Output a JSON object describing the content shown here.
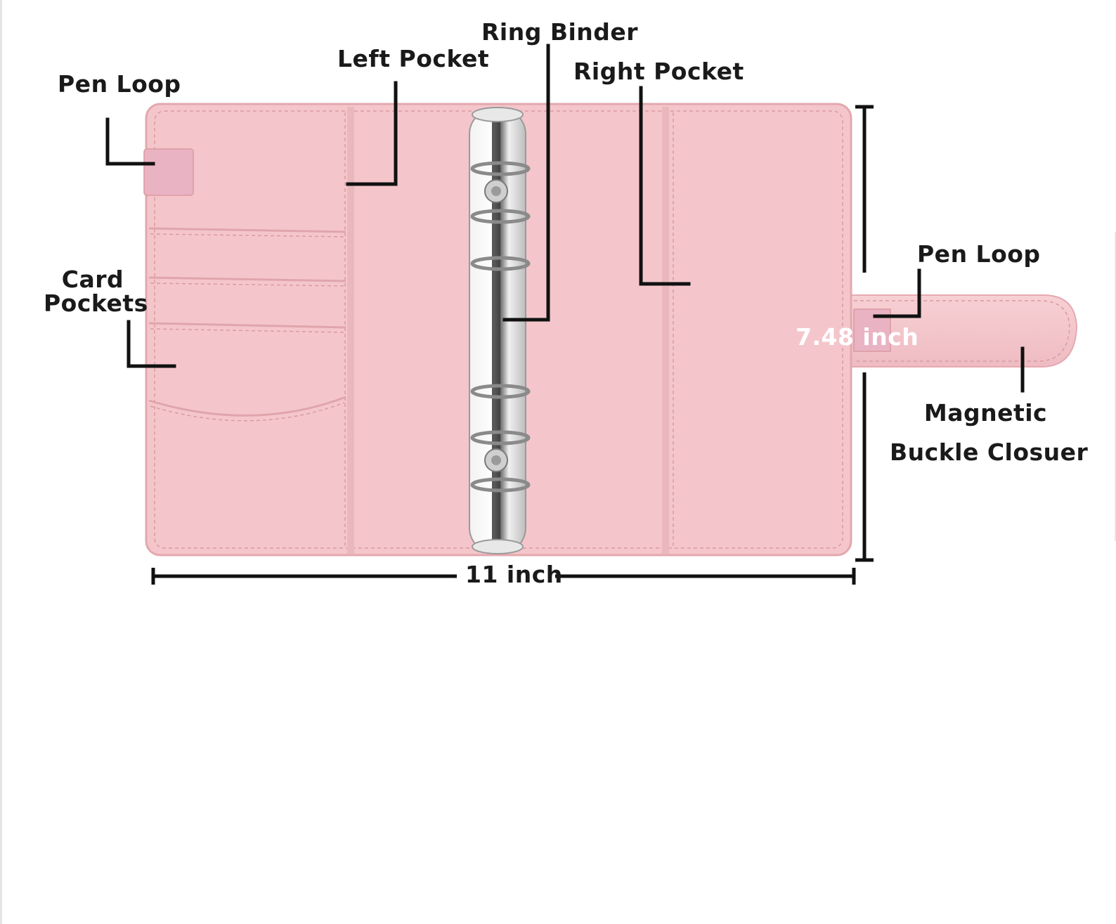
{
  "diagram": {
    "colors": {
      "cover": "#f4c6cb",
      "cover_dark": "#e8b0b6",
      "stitch": "#d99aa1",
      "callout": "#111111",
      "ring_metal": "#c9c9c9",
      "dim_text_light": "#ffffff"
    },
    "labels": {
      "pen_loop_left": "Pen Loop",
      "left_pocket": "Left Pocket",
      "ring_binder": "Ring Binder",
      "right_pocket": "Right Pocket",
      "card_pockets_line1": "Card",
      "card_pockets_line2": "Pockets",
      "pen_loop_right": "Pen Loop",
      "magnetic_line1": "Magnetic",
      "magnetic_line2": "Buckle Closuer"
    },
    "dimensions": {
      "width_label": "11 inch",
      "height_label": "7.48 inch"
    }
  }
}
